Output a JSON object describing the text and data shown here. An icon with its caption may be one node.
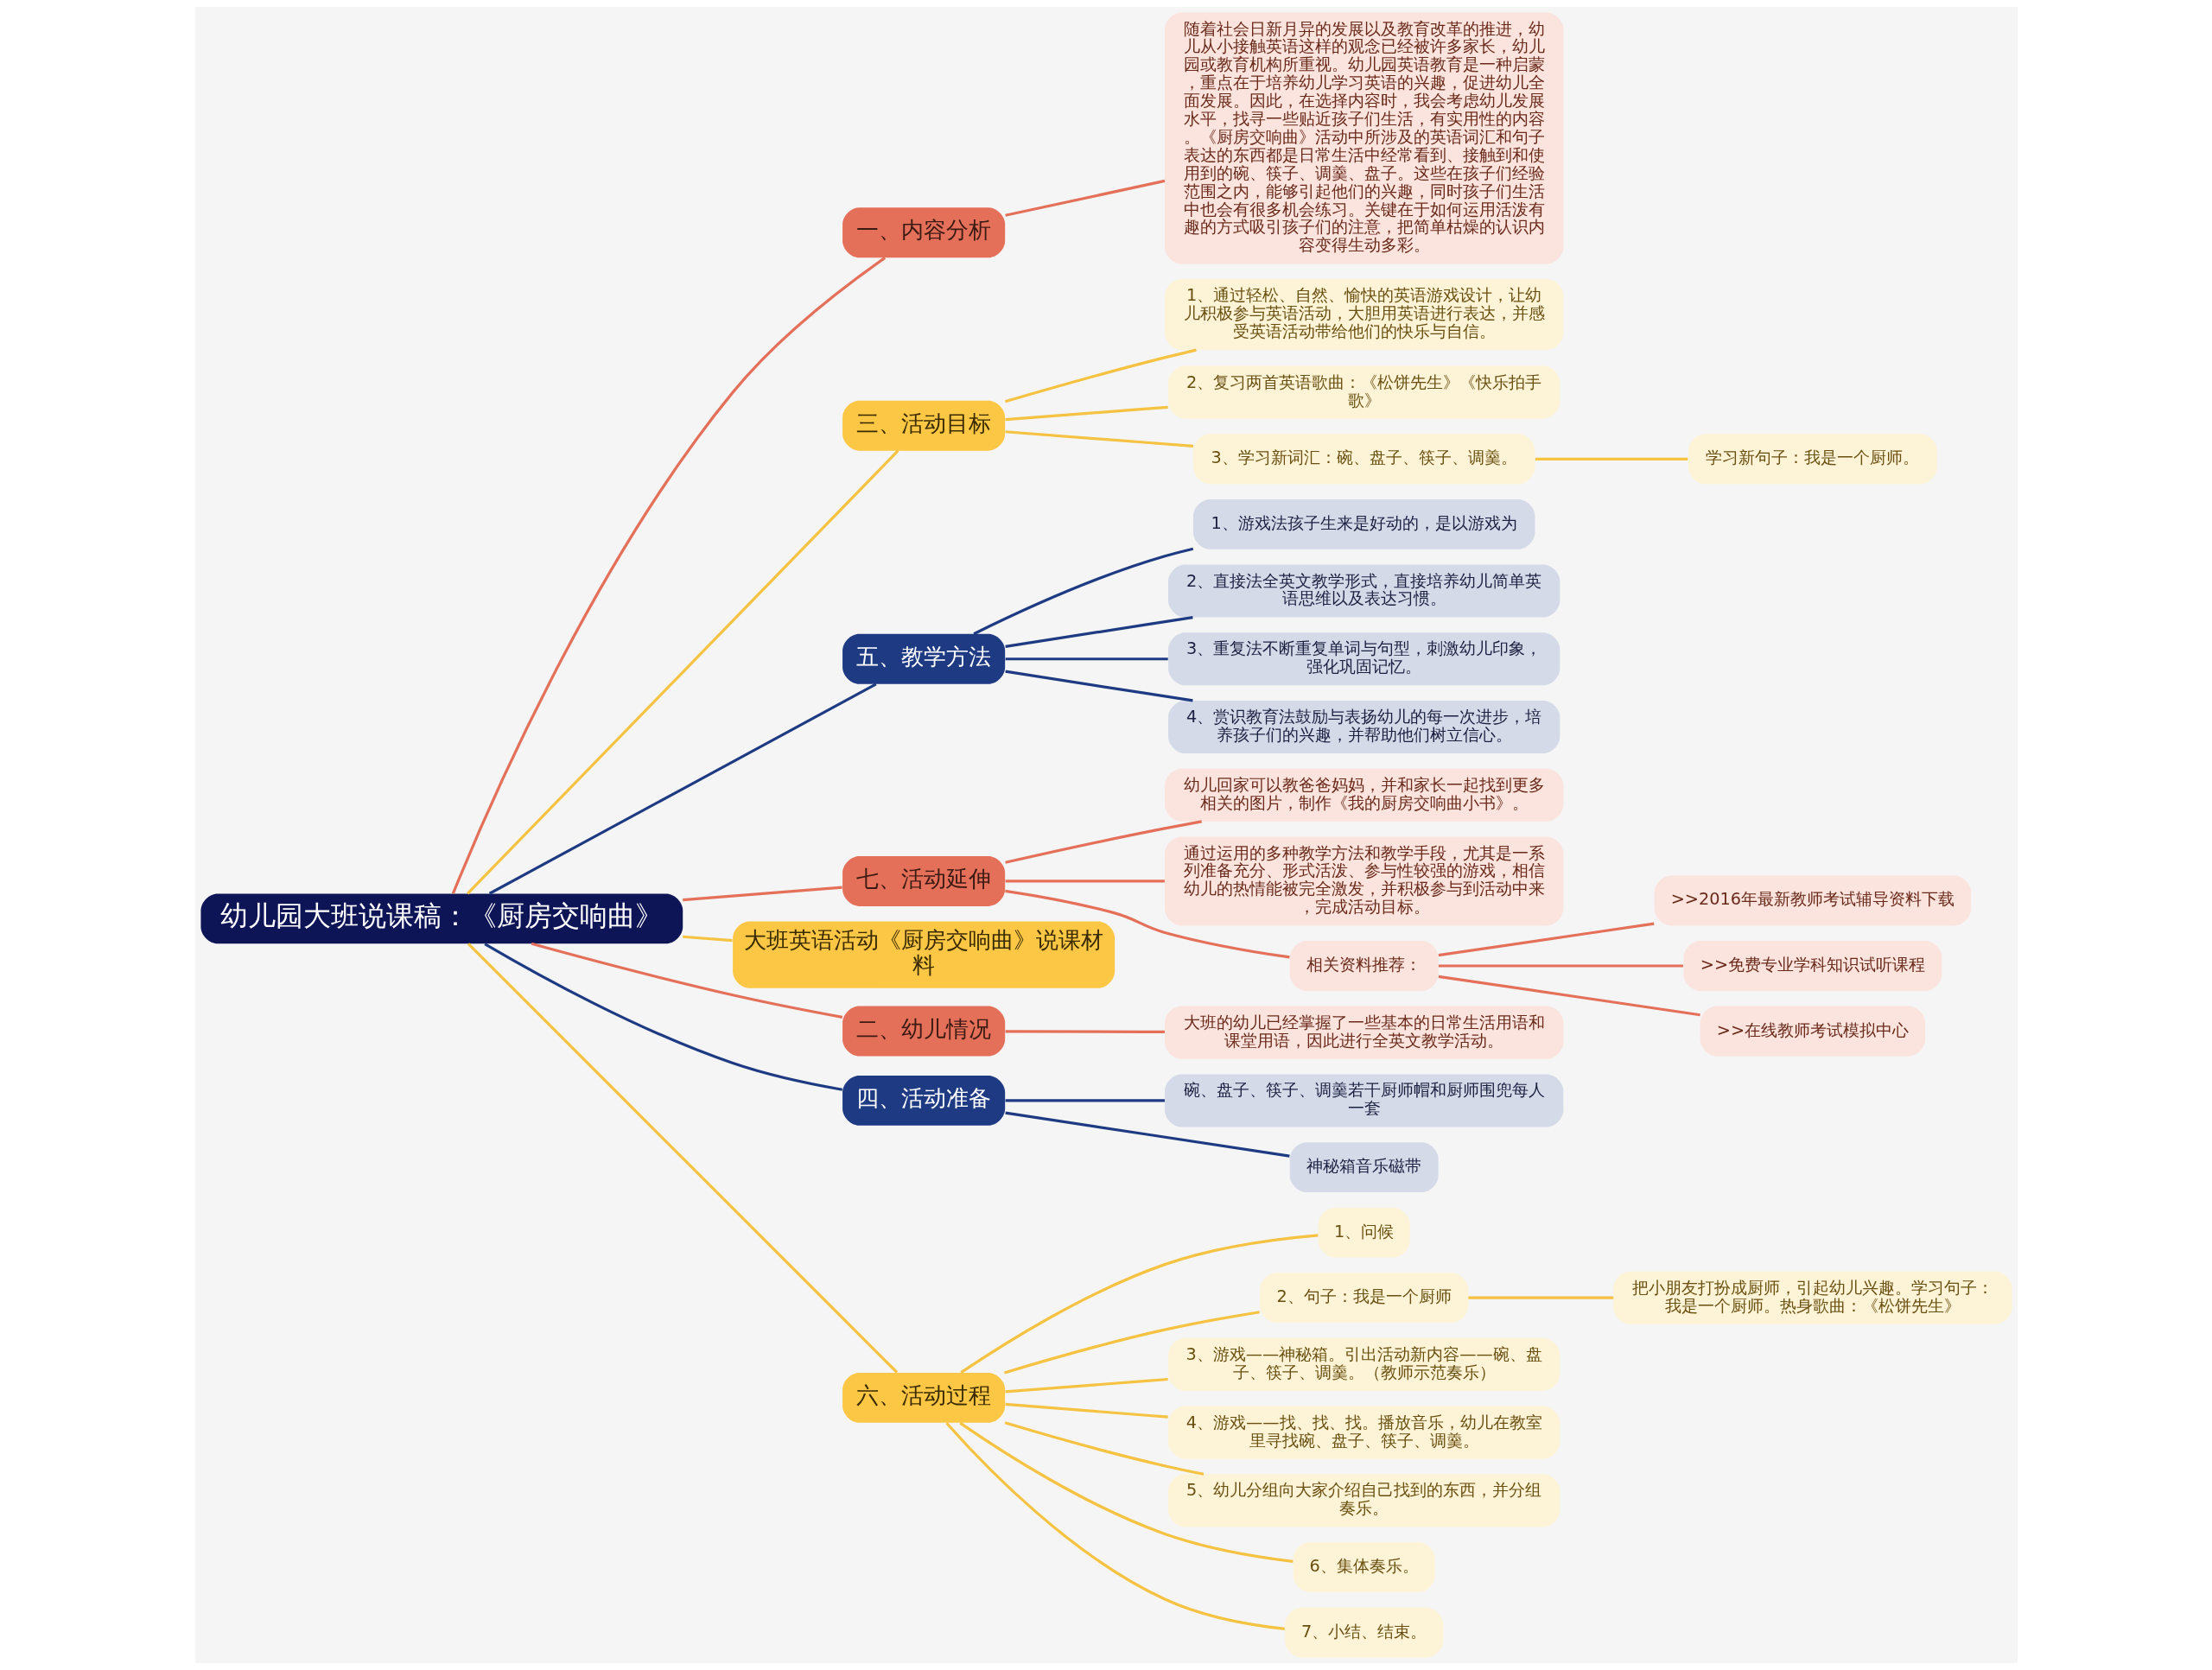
{
  "diagram": {
    "nodes": [
      {
        "text": [
          "幼儿园大班说课稿：《厨房交响曲》"
        ]
      },
      {
        "text": [
          "一、内容分析"
        ]
      },
      {
        "text": [
          "随着社会日新月异的发展以及教育改革的推进，幼儿从小接触英语这样的观念已经被许多家长，幼儿园或教育机构所重视。幼儿园英语教育是一种启蒙，重点在于培养幼儿学习英语的兴趣，促进幼儿全面发展。因此，在选择内容时，我会考虑幼儿发展水平，找寻一些贴近孩子们生活，有实用性的内容。《厨房交响曲》活动中所涉及的英语词汇和句子表达的东西都是日常生活中经常看到、接触到和使用到的碗、筷子、调羹、盘子。这些在孩子们经验范围之内，能够引起他们的兴趣，同时孩子们生活中也会有很多机会练习。关键在于如何运用活泼有趣的方式吸引孩子们的注意，把简单枯燥的认识内容变得生动多彩。"
        ]
      },
      {
        "text": [
          "三、活动目标"
        ]
      },
      {
        "text": [
          "1、通过轻松、自然、愉快的英语游戏设计，让幼儿积极参与英语活动，大胆用英语进行表达，并感受英语活动带给他们的快乐与自信。"
        ]
      },
      {
        "text": [
          "2、复习两首英语歌曲：《松饼先生》《快乐拍手歌》"
        ]
      },
      {
        "text": [
          "3、学习新词汇：碗、盘子、筷子、调羹。"
        ]
      },
      {
        "text": [
          "学习新句子：我是一个厨师。"
        ]
      },
      {
        "text": [
          "五、教学方法"
        ]
      },
      {
        "text": [
          "1、游戏法孩子生来是好动的，是以游戏为"
        ]
      },
      {
        "text": [
          "2、直接法全英文教学形式，直接培养幼儿简单英语思维以及表达习惯。"
        ]
      },
      {
        "text": [
          "3、重复法不断重复单词与句型，刺激幼儿印象，强化巩固记忆。"
        ]
      },
      {
        "text": [
          "4、赏识教育法鼓励与表扬幼儿的每一次进步，培养孩子们的兴趣，并帮助他们树立信心。"
        ]
      },
      {
        "text": [
          "七、活动延伸"
        ]
      },
      {
        "text": [
          "幼儿回家可以教爸爸妈妈，并和家长一起找到更多相关的图片，制作《我的厨房交响曲小书》。"
        ]
      },
      {
        "text": [
          "通过运用的多种教学方法和教学手段，尤其是一系列准备充分、形式活泼、参与性较强的游戏，相信幼儿的热情能被完全激发，并积极参与到活动中来，完成活动目标。"
        ]
      },
      {
        "text": [
          "相关资料推荐："
        ]
      },
      {
        "text": [
          ">>2016年最新教师考试辅导资料下载"
        ]
      },
      {
        "text": [
          ">>免费专业学科知识试听课程"
        ]
      },
      {
        "text": [
          ">>在线教师考试模拟中心"
        ]
      },
      {
        "text": [
          "大班英语活动《厨房交响曲》说课材料"
        ]
      },
      {
        "text": [
          "二、幼儿情况"
        ]
      },
      {
        "text": [
          "大班的幼儿已经掌握了一些基本的日常生活用语和课堂用语，因此进行全英文教学活动。"
        ]
      },
      {
        "text": [
          "四、活动准备"
        ]
      },
      {
        "text": [
          "碗、盘子、筷子、调羹若干厨师帽和厨师围兜每人一套"
        ]
      },
      {
        "text": [
          "神秘箱音乐磁带"
        ]
      },
      {
        "text": [
          "六、活动过程"
        ]
      },
      {
        "text": [
          "1、问候"
        ]
      },
      {
        "text": [
          "2、句子：我是一个厨师"
        ]
      },
      {
        "text": [
          "把小朋友打扮成厨师，引起幼儿兴趣。学习句子：我是一个厨师。热身歌曲：《松饼先生》"
        ]
      },
      {
        "text": [
          "3、游戏——神秘箱。引出活动新内容——碗、盘子、筷子、调羹。（教师示范奏乐）"
        ]
      },
      {
        "text": [
          "4、游戏——找、找、找。播放音乐，幼儿在教室里寻找碗、盘子、筷子、调羹。"
        ]
      },
      {
        "text": [
          "5、幼儿分组向大家介绍自己找到的东西，并分组奏乐。"
        ]
      },
      {
        "text": [
          "6、集体奏乐。"
        ]
      },
      {
        "text": [
          "7、小结、结束。"
        ]
      }
    ],
    "edges": [
      {
        "from": 0,
        "to": 1,
        "arrow": "none",
        "color": "#e4705a"
      },
      {
        "from": 1,
        "to": 2,
        "arrow": "none",
        "color": "#e4705a"
      },
      {
        "from": 0,
        "to": 3,
        "arrow": "none"
      },
      {
        "from": 3,
        "to": 4,
        "arrow": "none"
      },
      {
        "from": 3,
        "to": 5,
        "arrow": "none"
      },
      {
        "from": 3,
        "to": 6,
        "arrow": "none"
      },
      {
        "from": 6,
        "to": 7,
        "arrow": "none"
      },
      {
        "from": 0,
        "to": 8,
        "arrow": "none",
        "color": "#1d3a82"
      },
      {
        "from": 8,
        "to": 9,
        "arrow": "none",
        "color": "#1d3a82"
      },
      {
        "from": 8,
        "to": 10,
        "arrow": "none",
        "color": "#1d3a82"
      },
      {
        "from": 8,
        "to": 11,
        "arrow": "none",
        "color": "#1d3a82"
      },
      {
        "from": 8,
        "to": 12,
        "arrow": "none",
        "color": "#1d3a82"
      },
      {
        "from": 0,
        "to": 13,
        "arrow": "none",
        "color": "#e4705a"
      },
      {
        "from": 13,
        "to": 14,
        "arrow": "none",
        "color": "#e4705a"
      },
      {
        "from": 13,
        "to": 15,
        "arrow": "none",
        "color": "#e4705a"
      },
      {
        "from": 13,
        "to": 16,
        "arrow": "none",
        "color": "#e4705a"
      },
      {
        "from": 16,
        "to": 17,
        "arrow": "none",
        "color": "#e4705a"
      },
      {
        "from": 16,
        "to": 18,
        "arrow": "none",
        "color": "#e4705a"
      },
      {
        "from": 16,
        "to": 19,
        "arrow": "none",
        "color": "#e4705a"
      },
      {
        "from": 0,
        "to": 20,
        "arrow": "none"
      },
      {
        "from": 0,
        "to": 21,
        "arrow": "none",
        "color": "#e4705a"
      },
      {
        "from": 21,
        "to": 22,
        "arrow": "none",
        "color": "#e4705a"
      },
      {
        "from": 0,
        "to": 23,
        "arrow": "none",
        "color": "#1d3a82"
      },
      {
        "from": 23,
        "to": 24,
        "arrow": "none",
        "color": "#1d3a82"
      },
      {
        "from": 23,
        "to": 25,
        "arrow": "none",
        "color": "#1d3a82"
      },
      {
        "from": 0,
        "to": 26,
        "arrow": "none"
      },
      {
        "from": 26,
        "to": 27,
        "arrow": "none"
      },
      {
        "from": 26,
        "to": 28,
        "arrow": "none"
      },
      {
        "from": 28,
        "to": 29,
        "arrow": "none"
      },
      {
        "from": 26,
        "to": 30,
        "arrow": "none"
      },
      {
        "from": 26,
        "to": 31,
        "arrow": "none"
      },
      {
        "from": 26,
        "to": 32,
        "arrow": "none"
      },
      {
        "from": 26,
        "to": 33,
        "arrow": "none"
      },
      {
        "from": 26,
        "to": 34,
        "arrow": "none"
      }
    ]
  }
}
